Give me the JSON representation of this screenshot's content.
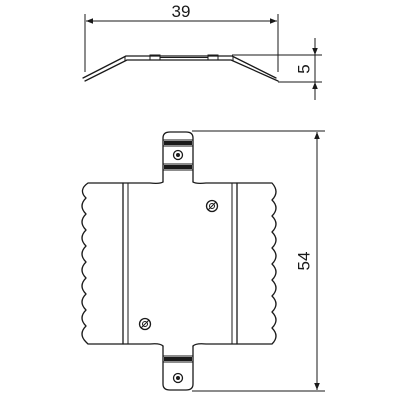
{
  "dimensions": {
    "width_label": "39",
    "height_label": "5",
    "length_label": "54"
  }
}
